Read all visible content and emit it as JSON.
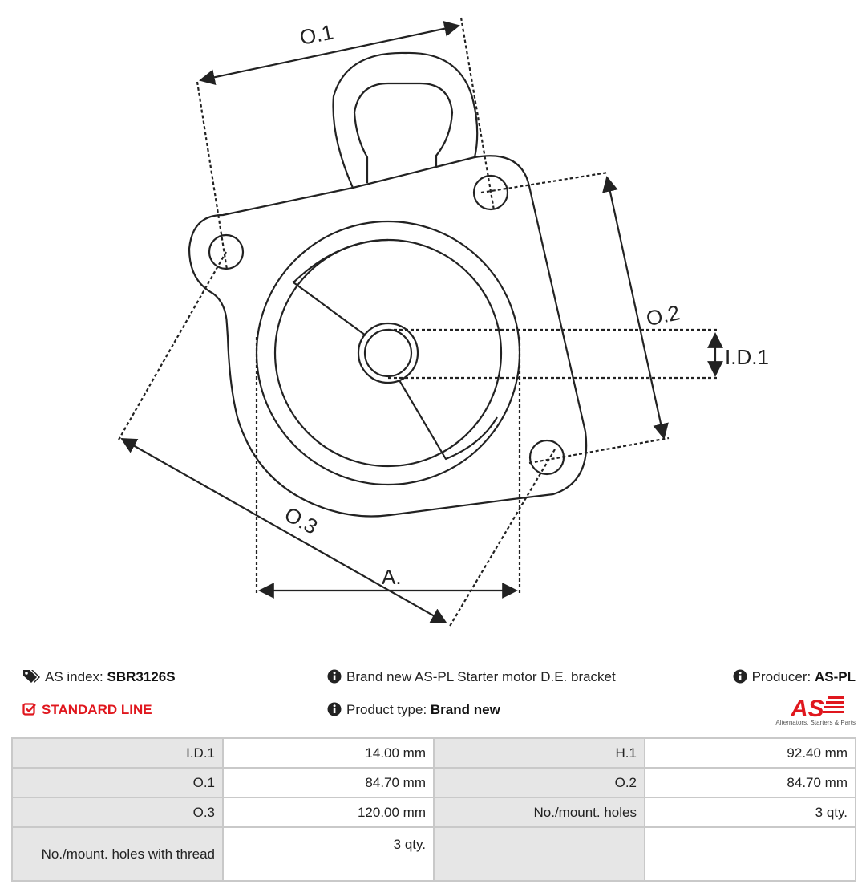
{
  "diagram": {
    "labels": {
      "o1": "O.1",
      "o2": "O.2",
      "o3": "O.3",
      "id1": "I.D.1",
      "a": "A."
    }
  },
  "info": {
    "as_index_label": "AS index:",
    "as_index_value": "SBR3126S",
    "description": "Brand new AS-PL Starter motor D.E. bracket",
    "producer_label": "Producer:",
    "producer_value": "AS-PL",
    "line": "STANDARD LINE",
    "product_type_label": "Product type:",
    "product_type_value": "Brand new"
  },
  "logo": {
    "text": "AS",
    "tagline": "Alternators, Starters & Parts",
    "color": "#e0171e"
  },
  "specs": [
    {
      "label": "I.D.1",
      "value": "14.00 mm",
      "label2": "H.1",
      "value2": "92.40 mm"
    },
    {
      "label": "O.1",
      "value": "84.70 mm",
      "label2": "O.2",
      "value2": "84.70 mm"
    },
    {
      "label": "O.3",
      "value": "120.00 mm",
      "label2": "No./mount. holes",
      "value2": "3 qty."
    },
    {
      "label": "No./mount. holes with thread",
      "value": "3 qty.",
      "label2": "",
      "value2": ""
    }
  ],
  "icons": {
    "tags": "tags-icon",
    "info": "info-icon",
    "check": "check-square-icon"
  },
  "colors": {
    "accent": "#e0171e",
    "label_bg": "#e6e6e6",
    "border": "#c9c9c9"
  }
}
